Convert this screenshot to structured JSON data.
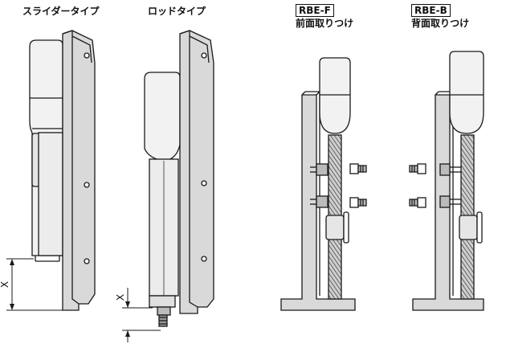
{
  "labels": {
    "slider_type": "スライダータイプ",
    "rod_type": "ロッドタイプ",
    "rbe_f_code": "RBE-F",
    "rbe_f_caption": "前面取りつけ",
    "rbe_b_code": "RBE-B",
    "rbe_b_caption": "背面取りつけ",
    "dim_x_slider": "X",
    "dim_x_rod": "X"
  },
  "colors": {
    "line": "#1a1a1a",
    "fill_light": "#f2f2f2",
    "fill_mid": "#d9d9d9",
    "fill_dark": "#a6a6a6"
  }
}
